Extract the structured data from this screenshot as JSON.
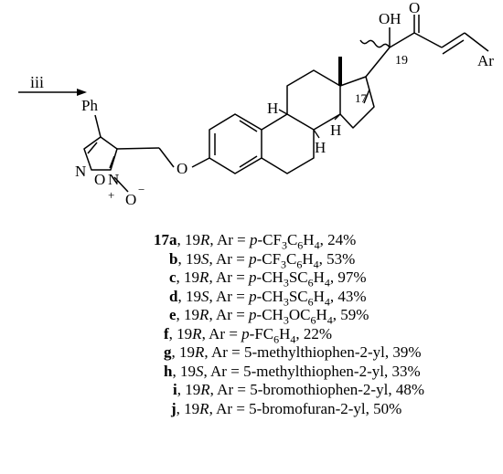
{
  "reagent": "iii",
  "atoms": {
    "ph": "Ph",
    "o_ether": "O",
    "n_left": "N",
    "o_ring": "O",
    "n_oxide": "N",
    "o_minus": "O",
    "plus": "+",
    "minus": "−",
    "oh": "OH",
    "o_ketone": "O",
    "ar": "Ar",
    "h_a": "H",
    "h_b": "H",
    "h_c": "H",
    "num19": "19",
    "num17": "17"
  },
  "compounds": [
    {
      "label": "17a",
      "config": "19R",
      "ar": "p-CF3C6H4",
      "yield": "24%"
    },
    {
      "label": "b",
      "config": "19S",
      "ar": "p-CF3C6H4",
      "yield": "53%"
    },
    {
      "label": "c",
      "config": "19R",
      "ar": "p-CH3SC6H4",
      "yield": "97%"
    },
    {
      "label": "d",
      "config": "19S",
      "ar": "p-CH3SC6H4",
      "yield": "43%"
    },
    {
      "label": "e",
      "config": "19R",
      "ar": "p-CH3OC6H4",
      "yield": "59%"
    },
    {
      "label": "f",
      "config": "19R",
      "ar": "p-FC6H4",
      "yield": "22%"
    },
    {
      "label": "g",
      "config": "19R",
      "ar": "5-methylthiophen-2-yl",
      "yield": "39%"
    },
    {
      "label": "h",
      "config": "19S",
      "ar": "5-methylthiophen-2-yl",
      "yield": "33%"
    },
    {
      "label": "i",
      "config": "19R",
      "ar": "5-bromothiophen-2-yl",
      "yield": "48%"
    },
    {
      "label": "j",
      "config": "19R",
      "ar": "5-bromofuran-2-yl",
      "yield": "50%"
    }
  ]
}
